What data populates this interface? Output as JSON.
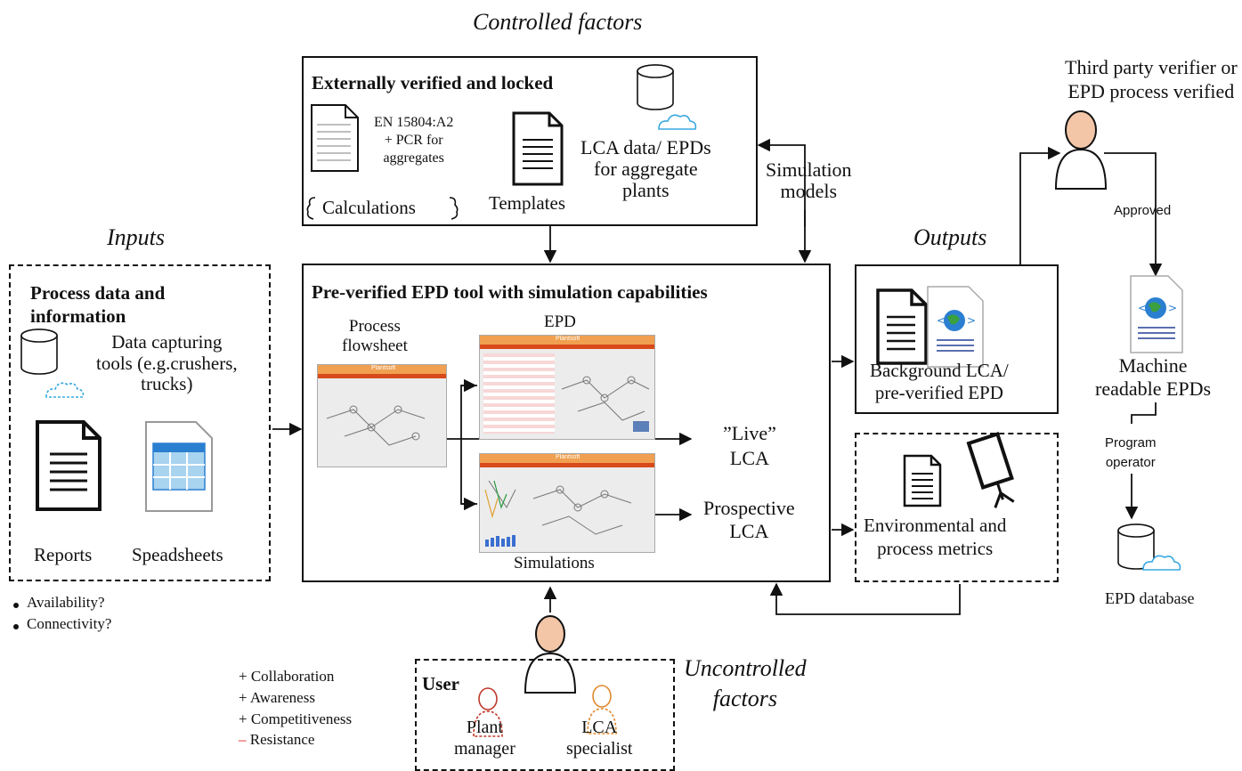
{
  "titles": {
    "controlled": "Controlled factors",
    "inputs": "Inputs",
    "outputs": "Outputs",
    "uncontrolled": "Uncontrolled\nfactors"
  },
  "verified_box": {
    "title": "Externally verified and locked",
    "standard": "EN 15804:A2\n+ PCR for\naggregates",
    "calculations": "Calculations",
    "templates": "Templates",
    "lca_data": "LCA data/ EPDs\nfor aggregate\nplants"
  },
  "simulation_models": "Simulation\nmodels",
  "inputs_box": {
    "title": "Process data and\ninformation",
    "data_tools": "Data capturing\ntools (e.g.crushers,\ntrucks)",
    "reports": "Reports",
    "spreadsheets": "Speadsheets",
    "bullets": [
      "Availability?",
      "Connectivity?"
    ]
  },
  "tool_box": {
    "title": "Pre-verified EPD tool with simulation capabilities",
    "process_flowsheet": "Process\nflowsheet",
    "epd": "EPD",
    "simulations": "Simulations",
    "live_lca": "”Live”\nLCA",
    "prospective_lca": "Prospective\nLCA"
  },
  "outputs": {
    "background": "Background LCA/\npre-verified EPD",
    "metrics": "Environmental and\nprocess metrics"
  },
  "verifier": {
    "label": "Third party verifier or\nEPD process verified",
    "approved": "Approved",
    "machine_readable": "Machine\nreadable EPDs",
    "program_operator": "Program\noperator",
    "database": "EPD database"
  },
  "user_box": {
    "title": "User",
    "plant_manager": "Plant\nmanager",
    "lca_specialist": "LCA\nspecialist"
  },
  "factors": [
    {
      "sign": "+",
      "label": "Collaboration"
    },
    {
      "sign": "+",
      "label": "Awareness"
    },
    {
      "sign": "+",
      "label": "Competitiveness"
    },
    {
      "sign": "–",
      "label": "Resistance"
    }
  ],
  "screenshot_brand": "Plantsoft",
  "colors": {
    "minus": "#e0201a",
    "accent_orange": "#f0a050",
    "globe_blue": "#2a7fd0",
    "cloud_blue": "#3aa8e0"
  }
}
